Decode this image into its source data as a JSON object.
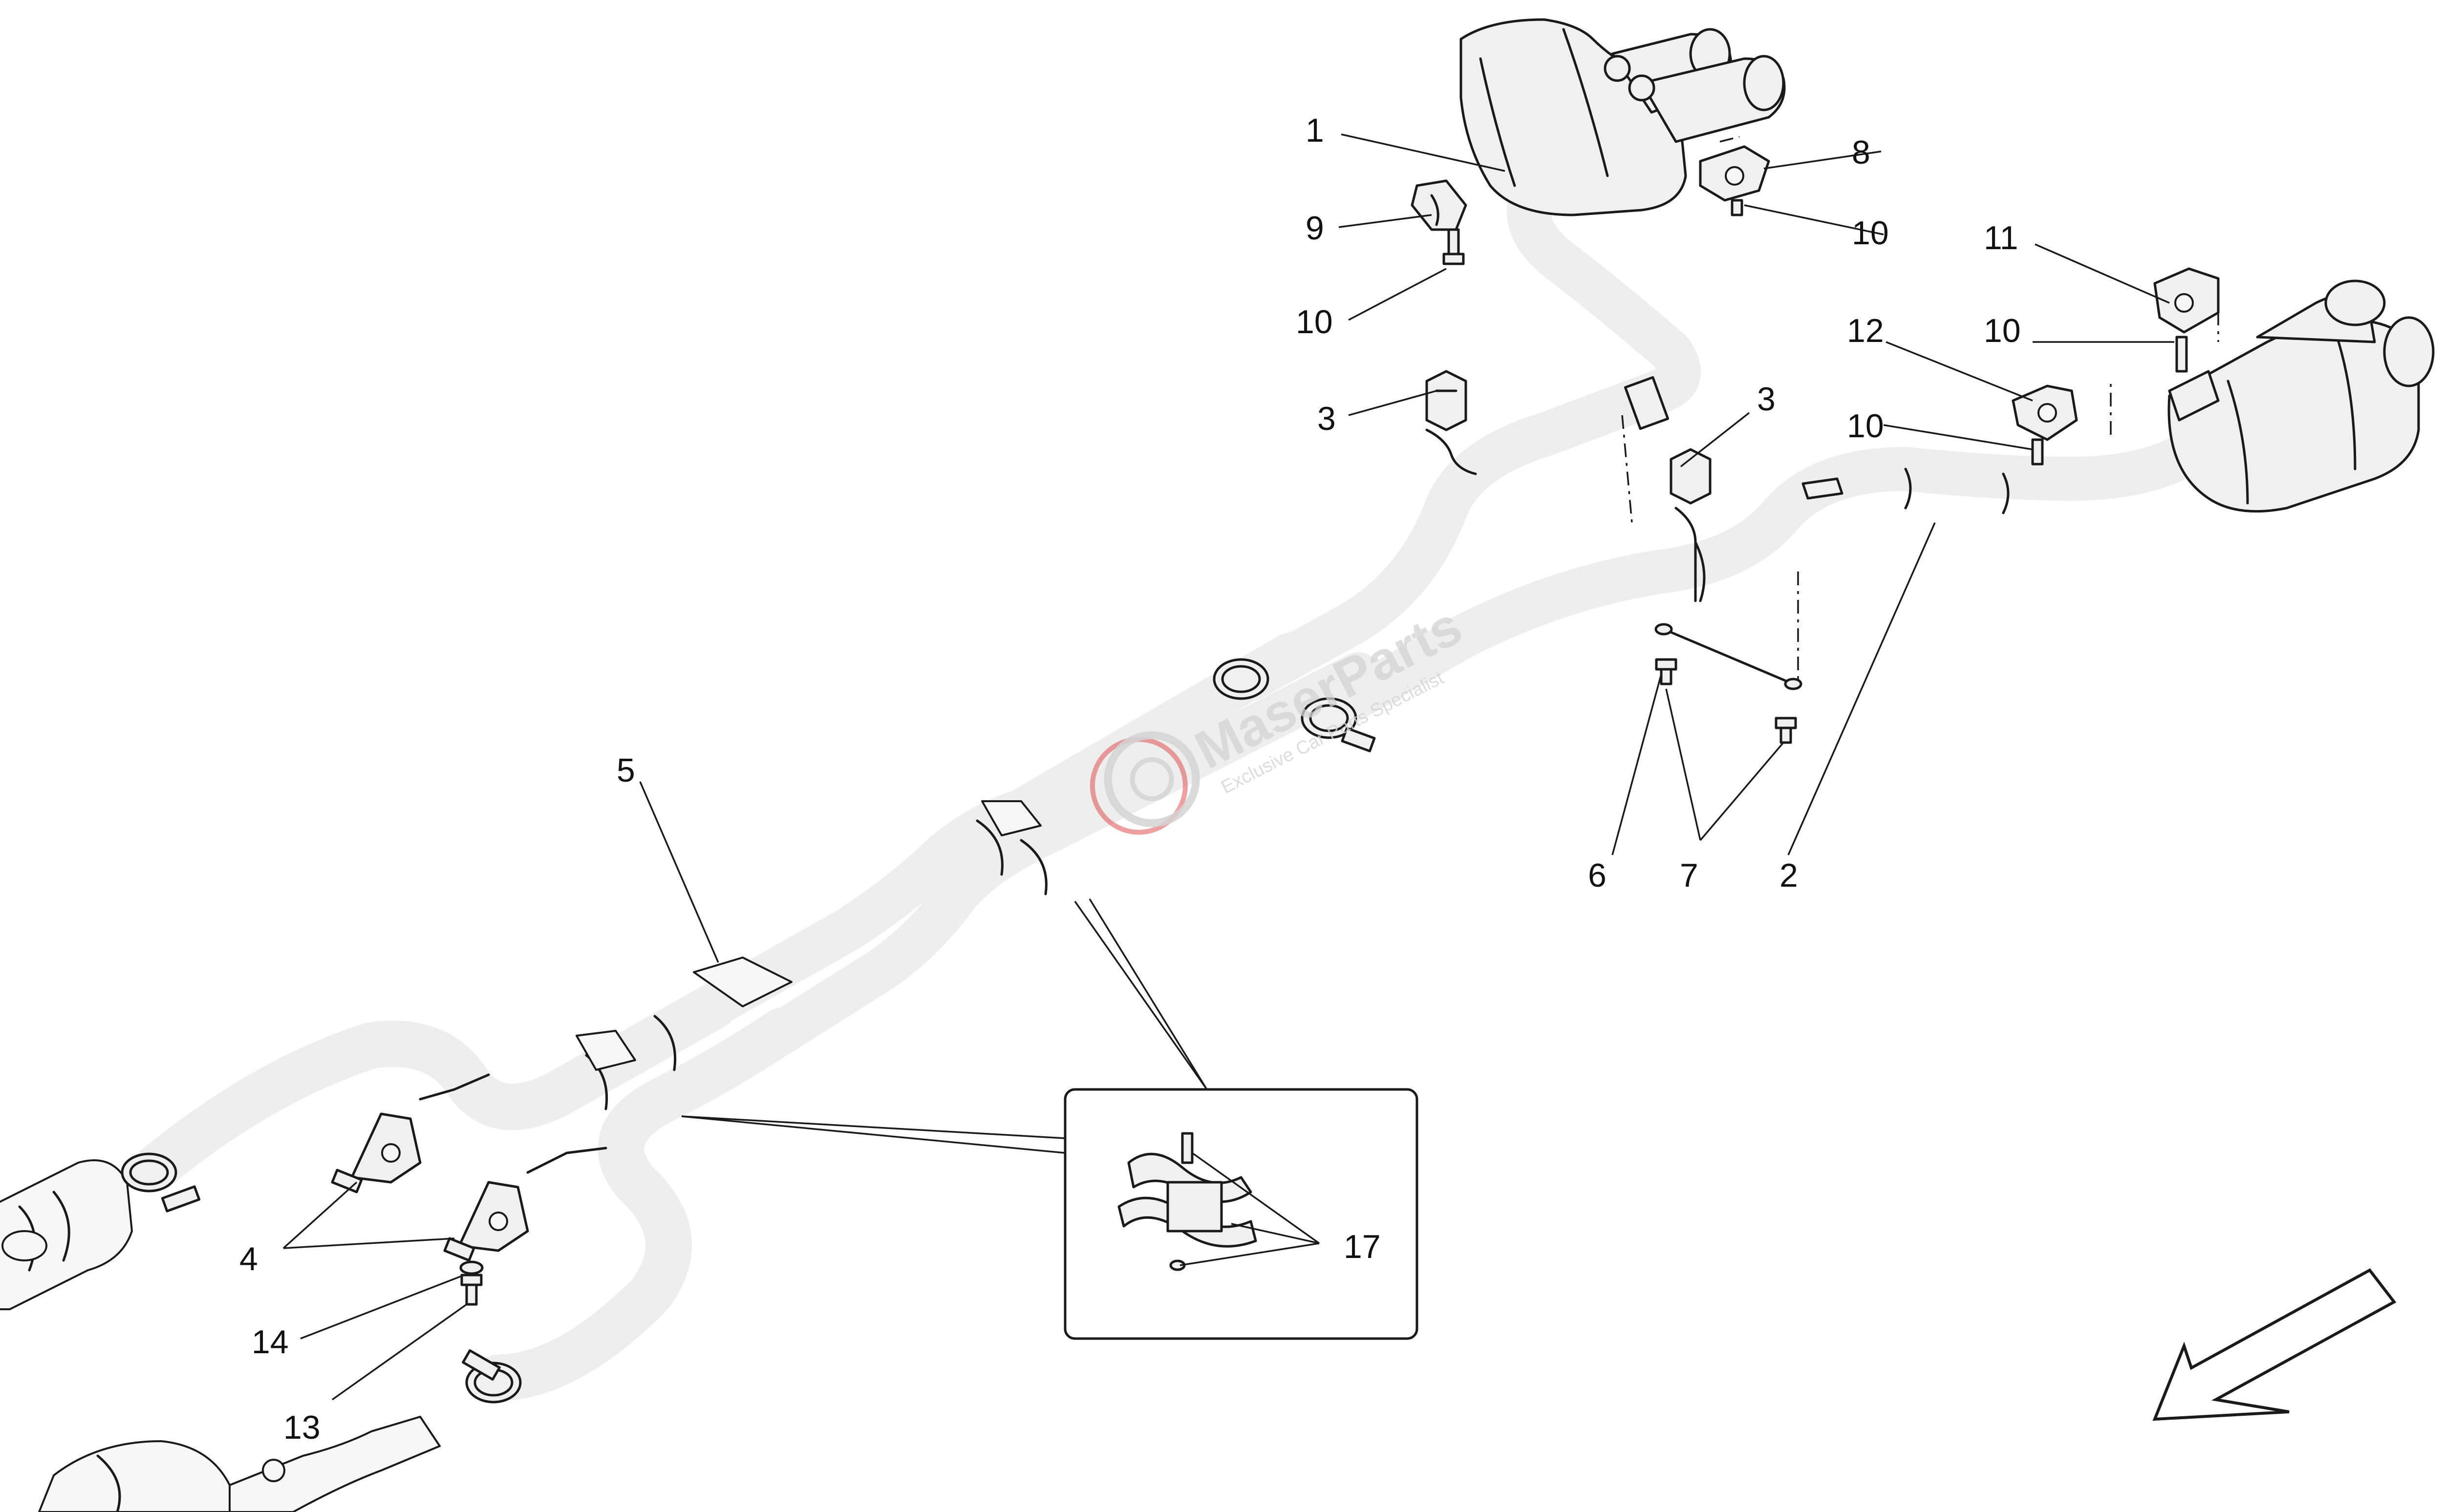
{
  "callouts": {
    "c1": "1",
    "c2": "2",
    "c3a": "3",
    "c3b": "3",
    "c4": "4",
    "c5": "5",
    "c6": "6",
    "c7": "7",
    "c8": "8",
    "c9": "9",
    "c10a": "10",
    "c10b": "10",
    "c10c": "10",
    "c10d": "10",
    "c11": "11",
    "c12": "12",
    "c13": "13",
    "c14": "14",
    "c17": "17"
  },
  "watermark": {
    "brand": "MaserParts",
    "tagline": "Exclusive Car Parts Specialist"
  },
  "colors": {
    "line": "#1a1a1a",
    "part_fill": "#f0f0f0",
    "watermark": "#d4d4d4",
    "watermark_accent": "#e05050"
  },
  "icons": {
    "direction": "front-direction-arrow-icon",
    "watermark_logo": "gear-logo-icon"
  }
}
